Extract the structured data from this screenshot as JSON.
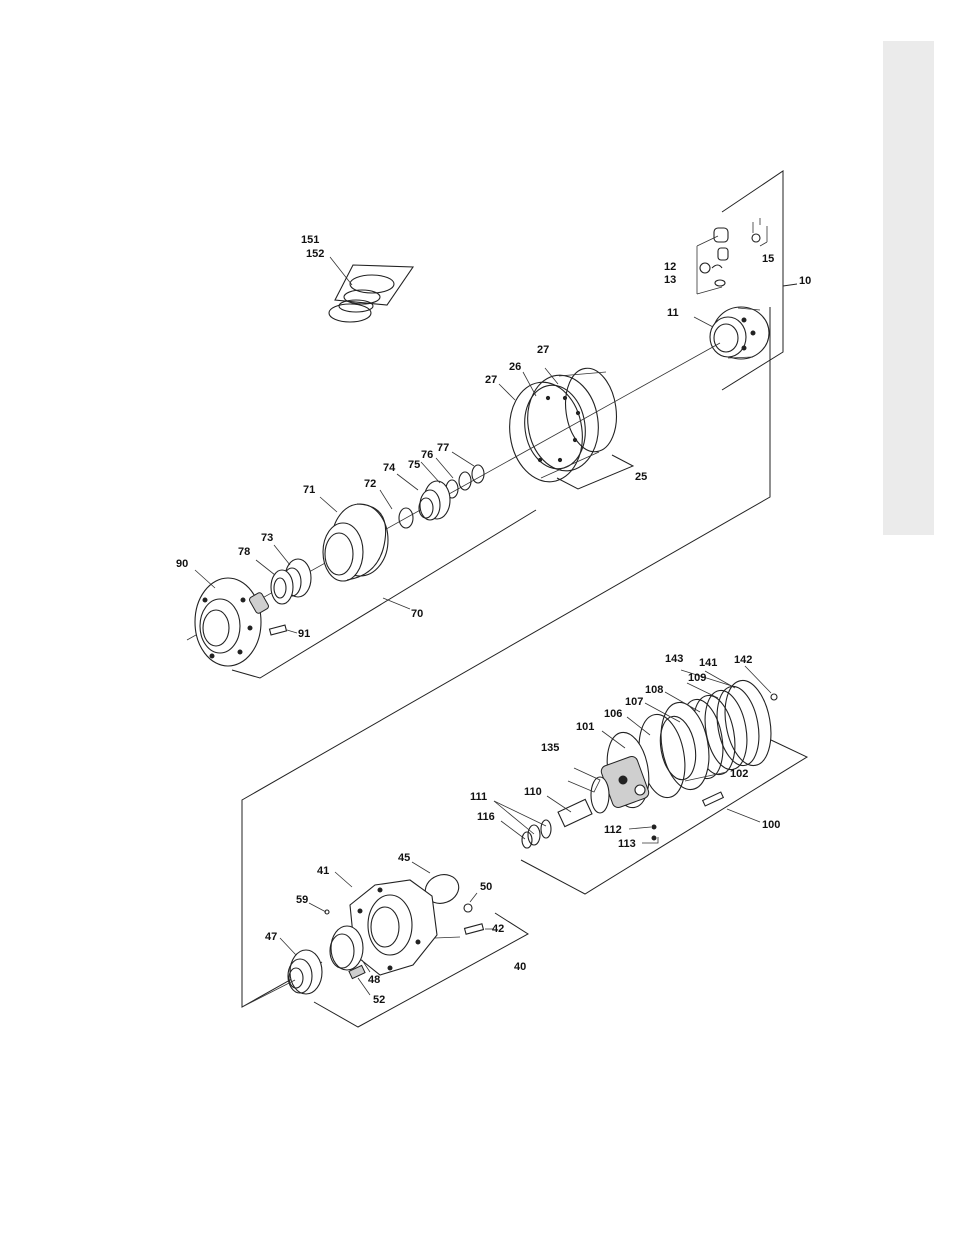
{
  "labels": {
    "l151": "151",
    "l152": "152",
    "l12": "12",
    "l13": "13",
    "l15": "15",
    "l10": "10",
    "l11": "11",
    "l27a": "27",
    "l26": "26",
    "l27b": "27",
    "l25": "25",
    "l77": "77",
    "l76": "76",
    "l75": "75",
    "l74": "74",
    "l72": "72",
    "l71": "71",
    "l73": "73",
    "l78": "78",
    "l90": "90",
    "l91": "91",
    "l70": "70",
    "l143": "143",
    "l141": "141",
    "l142": "142",
    "l109": "109",
    "l108": "108",
    "l107": "107",
    "l106": "106",
    "l101": "101",
    "l135": "135",
    "l102": "102",
    "l111": "111",
    "l110": "110",
    "l116": "116",
    "l112": "112",
    "l113": "113",
    "l100": "100",
    "l45": "45",
    "l41": "41",
    "l50": "50",
    "l59": "59",
    "l42": "42",
    "l47": "47",
    "l48": "48",
    "l52": "52",
    "l40": "40"
  },
  "colors": {
    "line": "#222222",
    "side_tab": "#ebebeb",
    "background": "#ffffff"
  }
}
